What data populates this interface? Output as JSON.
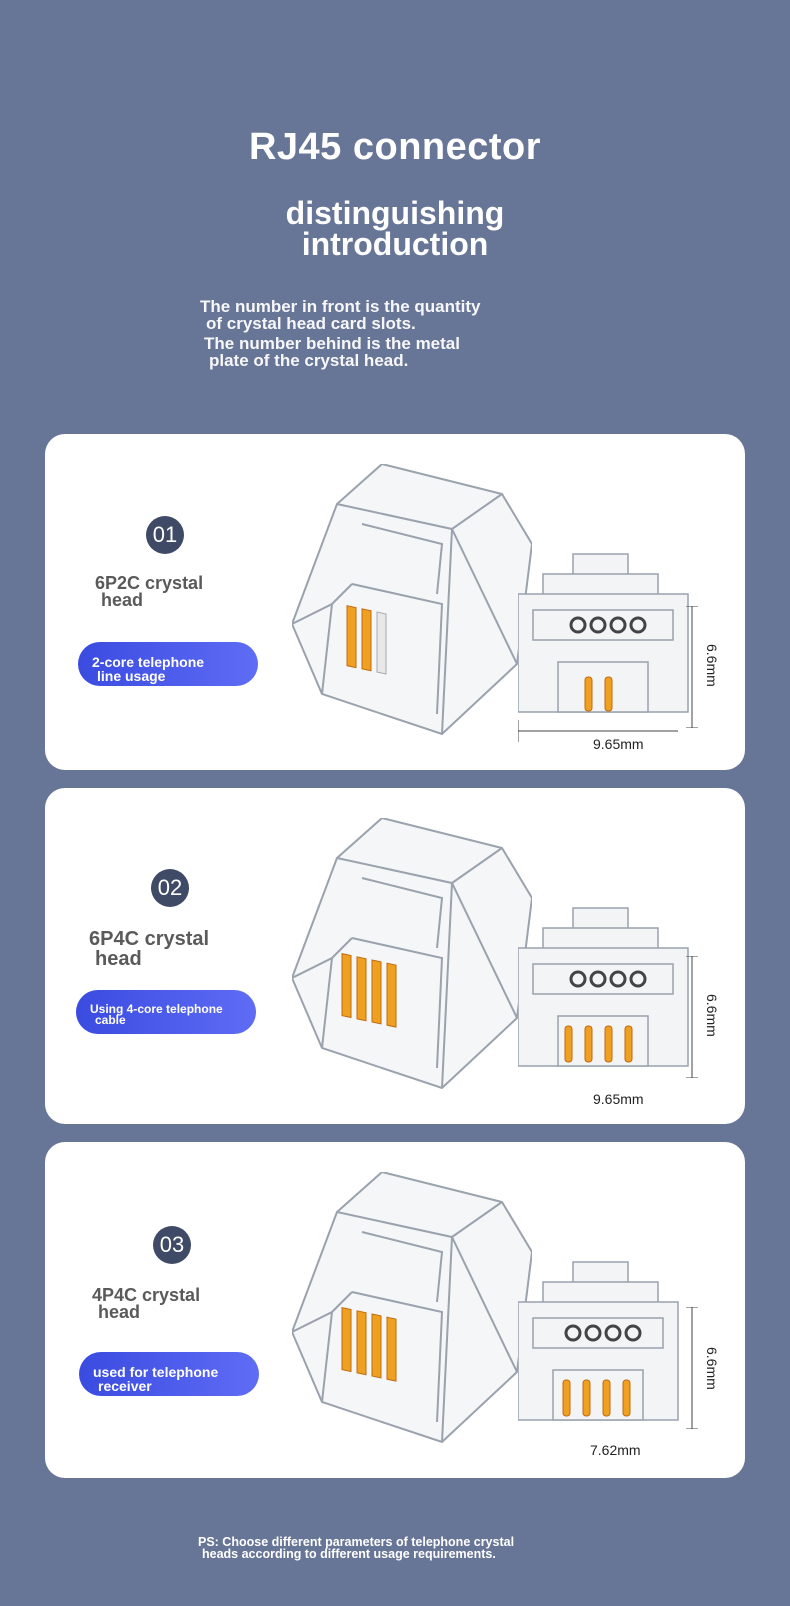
{
  "header": {
    "title": "RJ45 connector",
    "subtitle_line1": "distinguishing",
    "subtitle_line2": "introduction",
    "intro_line1": "The number in front is the quantity",
    "intro_line2": "of crystal head card slots.",
    "intro_line3": "The number behind is the metal",
    "intro_line4": "plate of the crystal head."
  },
  "cards": [
    {
      "number": "01",
      "name_line1": "6P2C crystal",
      "name_line2": "head",
      "usage_line1": "2-core telephone",
      "usage_line2": "line usage",
      "width_label": "9.65mm",
      "height_label": "6.6mm"
    },
    {
      "number": "02",
      "name_line1": "6P4C crystal",
      "name_line2": "head",
      "usage_line1": "Using 4-core telephone",
      "usage_line2": "cable",
      "width_label": "9.65mm",
      "height_label": "6.6mm"
    },
    {
      "number": "03",
      "name_line1": "4P4C crystal",
      "name_line2": "head",
      "usage_line1": "used for telephone",
      "usage_line2": "receiver",
      "width_label": "7.62mm",
      "height_label": "6.6mm"
    }
  ],
  "footer": {
    "ps_line1": "PS: Choose different parameters of telephone crystal",
    "ps_line2": "heads according to different usage requirements."
  },
  "colors": {
    "background": "#677596",
    "badge": "#3e4a66",
    "pill_start": "#3a4be0",
    "pill_end": "#5f6cf5",
    "contact_gold": "#f0a020"
  }
}
